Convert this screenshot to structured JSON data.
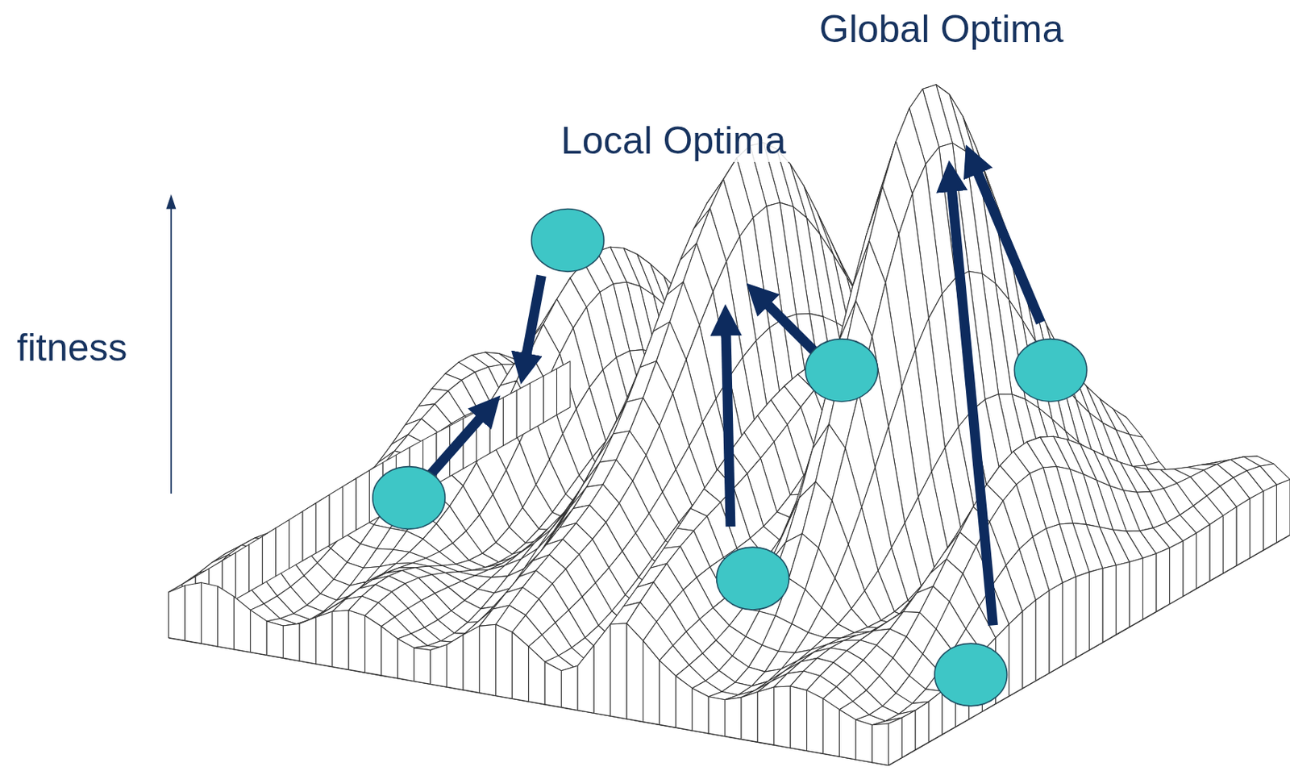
{
  "diagram": {
    "labels": [
      "Global Optima",
      "Local Optima",
      "fitness"
    ]
  }
}
